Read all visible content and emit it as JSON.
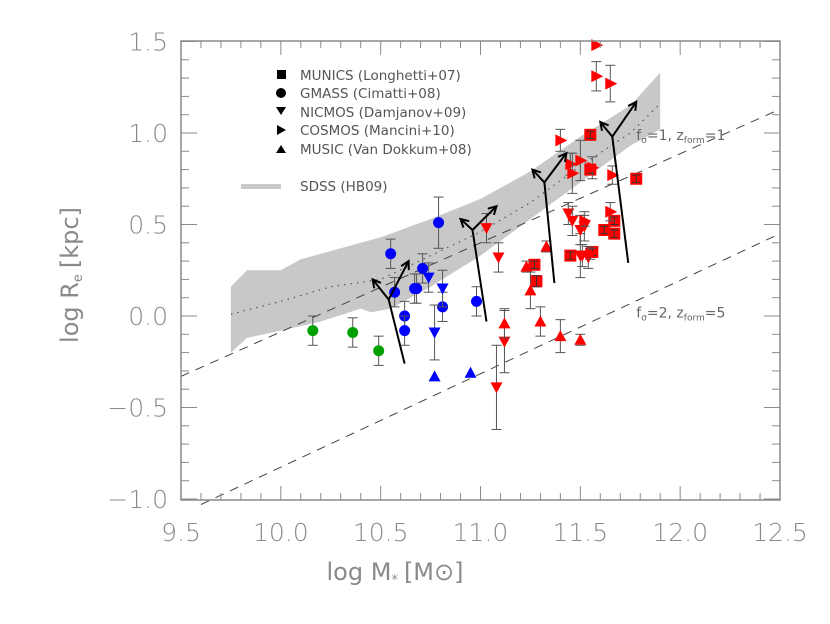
{
  "chart_data": {
    "type": "scatter",
    "title": "",
    "xlabel": "log M* [M⊙]",
    "ylabel": "log Re [kpc]",
    "xlim": [
      9.5,
      12.5
    ],
    "ylim": [
      -1.05,
      1.55
    ],
    "x_ticks": [
      "9.5",
      "10.0",
      "10.5",
      "11.0",
      "11.5",
      "12.0",
      "12.5"
    ],
    "y_ticks": [
      "1.5",
      "1.0",
      "0.5",
      "0.0",
      "−0.5",
      "−1.0"
    ],
    "grid": false,
    "legend_position": "upper-left (inside)",
    "legend": [
      {
        "marker": "square",
        "label": "MUNICS (Longhetti+07)"
      },
      {
        "marker": "circle",
        "label": "GMASS (Cimatti+08)"
      },
      {
        "marker": "triangle-down",
        "label": "NICMOS (Damjanov+09)"
      },
      {
        "marker": "triangle-right",
        "label": "COSMOS (Mancini+10)"
      },
      {
        "marker": "triangle-up",
        "label": "MUSIC (Van Dokkum+08)"
      },
      {
        "marker": "band",
        "label": "SDSS (HB09)"
      }
    ],
    "annotations": [
      {
        "text_main": "f",
        "sub1": "σ",
        "eq": "=1,  z",
        "sub2": "form",
        "eq2": "=1",
        "x": 11.78,
        "y": 0.99
      },
      {
        "text_main": "f",
        "sub1": "σ",
        "eq": "=2,  z",
        "sub2": "form",
        "eq2": "=5",
        "x": 11.78,
        "y": 0.02
      }
    ],
    "lines": [
      {
        "name": "f_sigma=1, z_form=1",
        "style": "dashed",
        "points": [
          [
            9.5,
            -0.33
          ],
          [
            12.5,
            1.13
          ]
        ]
      },
      {
        "name": "f_sigma=2, z_form=5",
        "style": "dashed",
        "points": [
          [
            9.6,
            -1.03
          ],
          [
            12.5,
            0.45
          ]
        ]
      },
      {
        "name": "SDSS median",
        "style": "dotted",
        "points": [
          [
            9.75,
            0.01
          ],
          [
            10.0,
            0.08
          ],
          [
            10.25,
            0.16
          ],
          [
            10.5,
            0.2
          ],
          [
            10.75,
            0.33
          ],
          [
            11.0,
            0.46
          ],
          [
            11.25,
            0.62
          ],
          [
            11.5,
            0.82
          ],
          [
            11.75,
            1.0
          ],
          [
            11.9,
            1.16
          ]
        ]
      }
    ],
    "sdss_band": {
      "upper": [
        [
          9.75,
          0.16
        ],
        [
          9.83,
          0.25
        ],
        [
          10.0,
          0.25
        ],
        [
          10.1,
          0.31
        ],
        [
          10.3,
          0.37
        ],
        [
          10.5,
          0.43
        ],
        [
          10.75,
          0.53
        ],
        [
          11.0,
          0.64
        ],
        [
          11.25,
          0.79
        ],
        [
          11.5,
          0.98
        ],
        [
          11.75,
          1.15
        ],
        [
          11.9,
          1.33
        ]
      ],
      "lower": [
        [
          9.9,
          0.99
        ],
        [
          11.9,
          0.99
        ]
      ],
      "lower_full": [
        [
          11.9,
          1.02
        ],
        [
          11.75,
          0.93
        ],
        [
          11.5,
          0.73
        ],
        [
          11.25,
          0.53
        ],
        [
          11.0,
          0.33
        ],
        [
          10.75,
          0.16
        ],
        [
          10.55,
          0.04
        ],
        [
          10.45,
          0.02
        ],
        [
          10.4,
          0.04
        ],
        [
          10.2,
          -0.03
        ],
        [
          10.0,
          -0.08
        ],
        [
          9.83,
          -0.12
        ],
        [
          9.75,
          -0.2
        ]
      ]
    },
    "arrows": [
      {
        "from": [
          10.62,
          -0.26
        ],
        "to": [
          10.54,
          0.09
        ],
        "heads": [
          [
            10.46,
            0.2
          ],
          [
            10.64,
            0.3
          ]
        ]
      },
      {
        "from": [
          11.03,
          -0.03
        ],
        "to": [
          10.96,
          0.47
        ],
        "heads": [
          [
            10.9,
            0.53
          ],
          [
            11.08,
            0.6
          ]
        ]
      },
      {
        "from": [
          11.37,
          0.18
        ],
        "to": [
          11.32,
          0.73
        ],
        "heads": [
          [
            11.26,
            0.8
          ],
          [
            11.43,
            0.89
          ]
        ]
      },
      {
        "from": [
          11.74,
          0.29
        ],
        "to": [
          11.66,
          0.98
        ],
        "heads": [
          [
            11.6,
            1.06
          ],
          [
            11.78,
            1.17
          ]
        ]
      }
    ],
    "series": [
      {
        "name": "MUNICS (Longhetti+07)",
        "marker": "square",
        "color": "#ff0000",
        "points": [
          {
            "x": 11.27,
            "y": 0.28,
            "err": 0.02
          },
          {
            "x": 11.28,
            "y": 0.19,
            "err": 0.03
          },
          {
            "x": 11.45,
            "y": 0.33,
            "err": 0.02
          },
          {
            "x": 11.55,
            "y": 0.8,
            "err": 0.02
          },
          {
            "x": 11.55,
            "y": 0.99,
            "err": 0.02
          },
          {
            "x": 11.56,
            "y": 0.35,
            "err": 0.02
          },
          {
            "x": 11.62,
            "y": 0.47,
            "err": 0.02
          },
          {
            "x": 11.67,
            "y": 0.52,
            "err": 0.02
          },
          {
            "x": 11.67,
            "y": 0.45,
            "err": 0.02
          },
          {
            "x": 11.78,
            "y": 0.75,
            "err": 0.02
          }
        ]
      },
      {
        "name": "GMASS (Cimatti+08) - green",
        "marker": "circle",
        "color": "#00a000",
        "points": [
          {
            "x": 10.16,
            "y": -0.08,
            "err": 0.08
          },
          {
            "x": 10.36,
            "y": -0.09,
            "err": 0.08
          },
          {
            "x": 10.49,
            "y": -0.19,
            "err": 0.08
          }
        ]
      },
      {
        "name": "GMASS (Cimatti+08) - blue",
        "marker": "circle",
        "color": "#0000ff",
        "points": [
          {
            "x": 10.55,
            "y": 0.34,
            "err": 0.08
          },
          {
            "x": 10.57,
            "y": 0.13,
            "err": 0.08
          },
          {
            "x": 10.62,
            "y": 0.0,
            "err": 0.08
          },
          {
            "x": 10.62,
            "y": -0.08,
            "err": 0.08
          },
          {
            "x": 10.67,
            "y": 0.15,
            "err": 0.08
          },
          {
            "x": 10.68,
            "y": 0.15,
            "err": 0.08
          },
          {
            "x": 10.71,
            "y": 0.26,
            "err": 0.08
          },
          {
            "x": 10.79,
            "y": 0.51,
            "err": 0.14
          },
          {
            "x": 10.81,
            "y": 0.05,
            "err": 0.08
          },
          {
            "x": 10.98,
            "y": 0.08,
            "err": 0.08
          }
        ]
      },
      {
        "name": "NICMOS (Damjanov+09) - blue",
        "marker": "triangle-down",
        "color": "#0000ff",
        "points": [
          {
            "x": 10.74,
            "y": 0.21,
            "err": 0.08
          },
          {
            "x": 10.77,
            "y": -0.09,
            "err": 0.15
          },
          {
            "x": 10.81,
            "y": 0.15,
            "err": 0.1
          }
        ]
      },
      {
        "name": "MUSIC (Van Dokkum+08) - blue",
        "marker": "triangle-up",
        "color": "#0000ff",
        "points": [
          {
            "x": 10.77,
            "y": -0.33,
            "err": 0.0
          },
          {
            "x": 10.95,
            "y": -0.31,
            "err": 0.0
          }
        ]
      },
      {
        "name": "NICMOS (Damjanov+09) - red",
        "marker": "triangle-down",
        "color": "#ff0000",
        "points": [
          {
            "x": 11.03,
            "y": 0.48,
            "err": 0.08
          },
          {
            "x": 11.09,
            "y": 0.32,
            "err": 0.08
          },
          {
            "x": 11.08,
            "y": -0.39,
            "err": 0.23
          },
          {
            "x": 11.12,
            "y": -0.14,
            "err": 0.17
          },
          {
            "x": 11.44,
            "y": 0.56,
            "err": 0.06
          },
          {
            "x": 11.46,
            "y": 0.52,
            "err": 0.08
          },
          {
            "x": 11.5,
            "y": 0.33,
            "err": 0.12
          },
          {
            "x": 11.5,
            "y": 0.47,
            "err": 0.08
          },
          {
            "x": 11.52,
            "y": 0.49,
            "err": 0.08
          },
          {
            "x": 11.51,
            "y": 0.33,
            "err": 0.06
          },
          {
            "x": 11.54,
            "y": 0.32,
            "err": 0.06
          }
        ]
      },
      {
        "name": "COSMOS (Mancini+10)",
        "marker": "triangle-right",
        "color": "#ff0000",
        "points": [
          {
            "x": 11.4,
            "y": 0.96,
            "err": 0.06
          },
          {
            "x": 11.45,
            "y": 0.83,
            "err": 0.06
          },
          {
            "x": 11.46,
            "y": 0.78,
            "err": 0.11
          },
          {
            "x": 11.5,
            "y": 0.85,
            "err": 0.11
          },
          {
            "x": 11.56,
            "y": 0.81,
            "err": 0.06
          },
          {
            "x": 11.58,
            "y": 1.48,
            "err": 0.0
          },
          {
            "x": 11.58,
            "y": 1.31,
            "err": 0.08
          },
          {
            "x": 11.65,
            "y": 1.27,
            "err": 0.1
          },
          {
            "x": 11.65,
            "y": 0.57,
            "err": 0.05
          },
          {
            "x": 11.66,
            "y": 0.77,
            "err": 0.05
          },
          {
            "x": 11.52,
            "y": 0.52,
            "err": 0.03
          },
          {
            "x": 11.55,
            "y": 0.34,
            "err": 0.03
          }
        ]
      },
      {
        "name": "MUSIC (Van Dokkum+08) - red",
        "marker": "triangle-up",
        "color": "#ff0000",
        "points": [
          {
            "x": 11.12,
            "y": -0.04,
            "err": 0.08
          },
          {
            "x": 11.23,
            "y": 0.27,
            "err": 0.03
          },
          {
            "x": 11.25,
            "y": 0.14,
            "err": 0.1
          },
          {
            "x": 11.3,
            "y": -0.03,
            "err": 0.08
          },
          {
            "x": 11.33,
            "y": 0.38,
            "err": 0.03
          },
          {
            "x": 11.4,
            "y": -0.11,
            "err": 0.09
          },
          {
            "x": 11.5,
            "y": -0.13,
            "err": 0.03
          }
        ]
      }
    ]
  },
  "legend": {
    "items": [
      {
        "label": "MUNICS (Longhetti+07)"
      },
      {
        "label": "GMASS (Cimatti+08)"
      },
      {
        "label": "NICMOS (Damjanov+09)"
      },
      {
        "label": "COSMOS (Mancini+10)"
      },
      {
        "label": "MUSIC (Van Dokkum+08)"
      },
      {
        "label": "SDSS (HB09)"
      }
    ]
  },
  "axes": {
    "x_title_main": "log M",
    "x_title_sub": "*",
    "x_title_unit": "[M⊙]",
    "y_title_main": "log R",
    "y_title_sub": "e",
    "y_title_unit": "[kpc]"
  },
  "colors": {
    "red": "#ff0000",
    "blue": "#0000ff",
    "green": "#00a000",
    "band": "#c8c8c8",
    "axis": "#8a8a8a"
  }
}
